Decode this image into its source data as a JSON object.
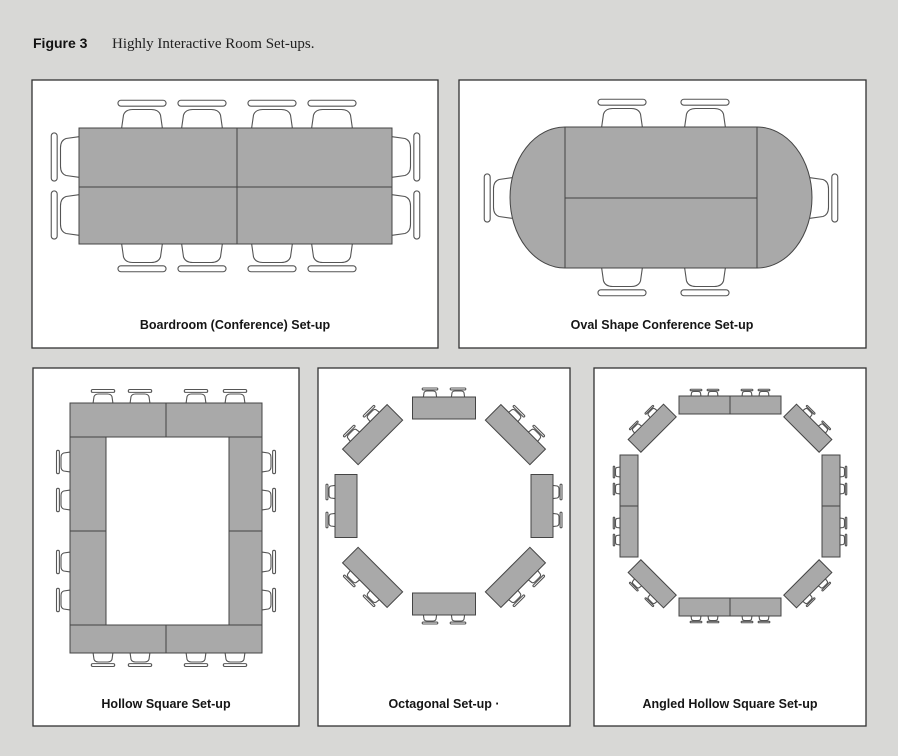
{
  "figure": {
    "number": "Figure 3",
    "caption": "Highly Interactive Room Set-ups."
  },
  "panels": [
    {
      "label": "Boardroom (Conference) Set-up"
    },
    {
      "label": "Oval Shape Conference Set-up"
    },
    {
      "label": "Hollow Square Set-up"
    },
    {
      "label": "Octagonal Set-up ·"
    },
    {
      "label": "Angled Hollow Square Set-up"
    }
  ],
  "colors": {
    "table": "#a9a9a9",
    "panel": "#ffffff",
    "background": "#d8d8d6"
  }
}
